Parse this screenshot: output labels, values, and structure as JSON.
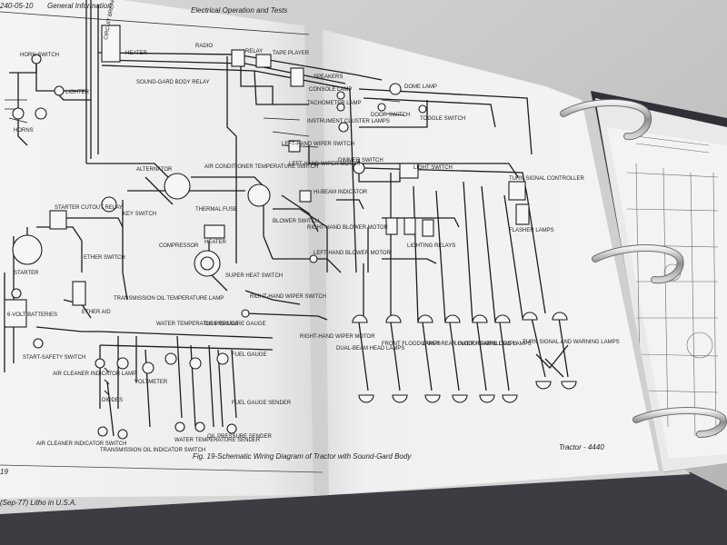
{
  "header": {
    "section_code": "240-05-10",
    "left_title": "General Information",
    "right_title": "Electrical Operation and Tests"
  },
  "components": {
    "horn_switch": "HORN SWITCH",
    "horns": "HORNS",
    "lighter": "LIGHTER",
    "circuit_breakers": "CIRCUIT BREAKERS",
    "heater_fuse": "HEATER",
    "sound_gard_body_relay": "SOUND-GARD BODY RELAY",
    "radio": "RADIO",
    "relay": "RELAY",
    "tape_player": "TAPE PLAYER",
    "speakers": "SPEAKERS",
    "console_lamp": "CONSOLE LAMP",
    "tachometer_lamp": "TACHOMETER LAMP",
    "instrument_cluster_lamps": "INSTRUMENT CLUSTER LAMPS",
    "dome_lamp": "DOME LAMP",
    "door_switch": "DOOR SWITCH",
    "toggle_switch": "TOGGLE SWITCH",
    "alternator": "ALTERNATOR",
    "air_conditioner_switch": "AIR CONDITIONER TEMPERATURE SWITCH",
    "left_wiper_switch": "LEFT-HAND WIPER SWITCH",
    "left_wiper_motor": "LEFT-HAND WIPER MOTOR",
    "dimmer_switch": "DIMMER SWITCH",
    "light_switch": "LIGHT SWITCH",
    "turn_signal_controller": "TURN SIGNAL CONTROLLER",
    "starter_relay": "STARTER CUTOUT RELAY",
    "key_switch": "KEY SWITCH",
    "thermal_fuse": "THERMAL FUSE",
    "heater": "HEATER",
    "blower_switch": "BLOWER SWITCH",
    "hi_beam_indicator": "HI-BEAM INDICATOR",
    "right_blower_motor": "RIGHT-HAND BLOWER MOTOR",
    "left_blower_motor": "LEFT-HAND BLOWER MOTOR",
    "lighting_relays": "LIGHTING RELAYS",
    "flasher_lamps": "FLASHER LAMPS",
    "compressor": "COMPRESSOR",
    "starter": "STARTER",
    "ether_switch": "ETHER SWITCH",
    "ether_aid": "ETHER AID",
    "batteries": "6-VOLT BATTERIES",
    "superheat_switch": "SUPER HEAT SWITCH",
    "right_wiper_switch": "RIGHT-HAND WIPER SWITCH",
    "right_wiper_motor": "RIGHT-HAND WIPER MOTOR",
    "trans_oil_temp_lamp": "TRANSMISSION OIL TEMPERATURE LAMP",
    "water_temp_gauge": "WATER TEMPERATURE GAUGE",
    "oil_pressure_gauge": "OIL PRESSURE GAUGE",
    "fuel_gauge": "FUEL GAUGE",
    "start_safety_switch": "START-SAFETY SWITCH",
    "air_cleaner_lamp": "AIR CLEANER INDICATOR LAMP",
    "voltmeter": "VOLTMETER",
    "diodes": "DIODES",
    "fuel_gauge_sender": "FUEL GAUGE SENDER",
    "oil_pressure_sender": "OIL PRESSURE SENDER",
    "water_temp_sender": "WATER TEMPERATURE SENDER",
    "air_cleaner_switch": "AIR CLEANER INDICATOR SWITCH",
    "trans_oil_switch": "TRANSMISSION OIL INDICATOR SWITCH",
    "dual_beam_head_lamps": "DUAL-BEAM HEAD LAMPS",
    "front_flood_lamps": "FRONT FLOOD LAMPS",
    "upper_rear_flood_lamps": "UPPER REAR FLOOD LAMPS",
    "lower_rear_flood_lamps": "LOWER REAR FLOOD LAMPS",
    "tail_lamps": "TAIL LAMPS",
    "turn_signal_warning_lamps": "TURN SIGNAL AND WARNING LAMPS"
  },
  "footer": {
    "caption": "Fig. 19-Schematic Wiring Diagram of Tractor with Sound-Gard Body",
    "model": "Tractor - 4440",
    "page_number": "19",
    "print_note": "(Sep-77) Litho in U.S.A."
  }
}
